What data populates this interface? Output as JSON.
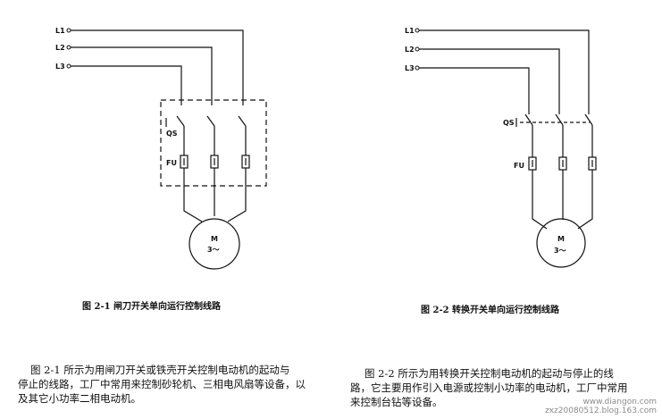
{
  "diagram_left": {
    "line_labels": [
      "L1",
      "L2",
      "L3"
    ],
    "switch_label": "QS",
    "fuse_label": "FU",
    "motor_label": "M",
    "motor_phase": "3～",
    "caption": "图 2-1   闸刀开关单向运行控制线路"
  },
  "diagram_right": {
    "line_labels": [
      "L1",
      "L2",
      "L3"
    ],
    "switch_label": "QS",
    "fuse_label": "FU",
    "motor_label": "M",
    "motor_phase": "3～",
    "caption": "图 2-2   转换开关单向运行控制线路"
  },
  "text_left": {
    "lines": [
      "图 2-1 所示为用闸刀开关或铁壳开关控制电动机的起动与",
      "停止的线路，工厂中常用来控制砂轮机、三相电风扇等设备，以",
      "及其它小功率二相电动机。"
    ]
  },
  "text_right": {
    "lines": [
      "图 2-2 所示为用转换开关控制电动机的起动与停止的线",
      "路，它主要用作引入电源或控制小功率的电动机，工厂中常用",
      "来控制台钻等设备。"
    ]
  },
  "watermark": {
    "site": "www.diangon.com",
    "blog": "zxz20080512.blog.163.com"
  }
}
